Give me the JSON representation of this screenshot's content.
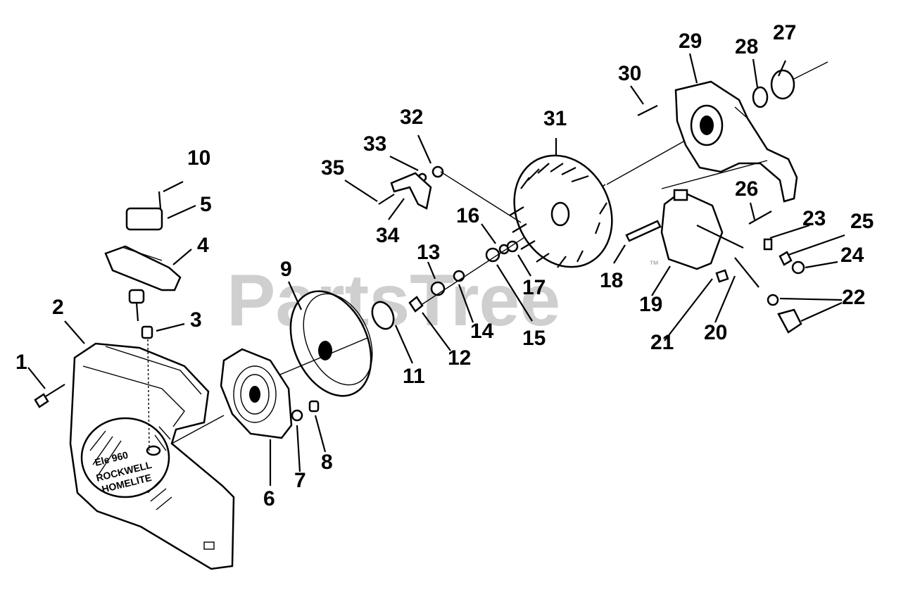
{
  "watermark": "PartsTree",
  "watermark_tm": "™",
  "cover_text": [
    "Ele 960",
    "ROCKWELL",
    "HOMELITE"
  ],
  "callouts": [
    {
      "id": "1",
      "label": "1"
    },
    {
      "id": "2",
      "label": "2"
    },
    {
      "id": "3",
      "label": "3"
    },
    {
      "id": "4",
      "label": "4"
    },
    {
      "id": "5",
      "label": "5"
    },
    {
      "id": "6",
      "label": "6"
    },
    {
      "id": "7",
      "label": "7"
    },
    {
      "id": "8",
      "label": "8"
    },
    {
      "id": "9",
      "label": "9"
    },
    {
      "id": "10",
      "label": "10"
    },
    {
      "id": "11",
      "label": "11"
    },
    {
      "id": "12",
      "label": "12"
    },
    {
      "id": "13",
      "label": "13"
    },
    {
      "id": "14",
      "label": "14"
    },
    {
      "id": "15",
      "label": "15"
    },
    {
      "id": "16",
      "label": "16"
    },
    {
      "id": "17",
      "label": "17"
    },
    {
      "id": "18",
      "label": "18"
    },
    {
      "id": "19",
      "label": "19"
    },
    {
      "id": "20",
      "label": "20"
    },
    {
      "id": "21",
      "label": "21"
    },
    {
      "id": "22",
      "label": "22"
    },
    {
      "id": "23",
      "label": "23"
    },
    {
      "id": "24",
      "label": "24"
    },
    {
      "id": "25",
      "label": "25"
    },
    {
      "id": "26",
      "label": "26"
    },
    {
      "id": "27",
      "label": "27"
    },
    {
      "id": "28",
      "label": "28"
    },
    {
      "id": "29",
      "label": "29"
    },
    {
      "id": "30",
      "label": "30"
    },
    {
      "id": "31",
      "label": "31"
    },
    {
      "id": "32",
      "label": "32"
    },
    {
      "id": "33",
      "label": "33"
    },
    {
      "id": "34",
      "label": "34"
    },
    {
      "id": "35",
      "label": "35"
    }
  ]
}
